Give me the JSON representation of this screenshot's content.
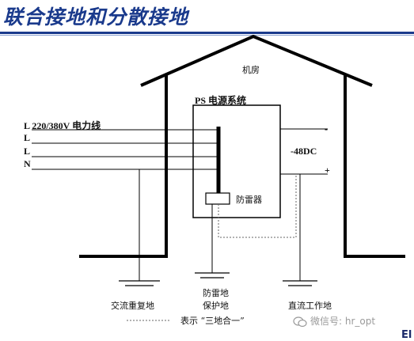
{
  "title": "联合接地和分散接地",
  "labels": {
    "machine_room": "机房",
    "ps_power_system": "PS 电源系统",
    "line_l_220": "L 220/380V 电力线",
    "line_l2": "L",
    "line_l3": "L",
    "line_n": "N",
    "dc_voltage": "-48DC",
    "minus_sign": "-",
    "plus_sign": "+",
    "surge_protector": "防雷器",
    "ac_ground": "交流重复地",
    "lightning_ground": "防雷地",
    "protection_ground": "保护地",
    "dc_work_ground": "直流工作地",
    "legend_text": "表示 “三地合一”"
  },
  "watermark": {
    "text": "微信号: hr_opt"
  },
  "corner_mark": "El",
  "colors": {
    "title": "#1a3a8c",
    "line": "#000000",
    "thin_line": "#444444",
    "dotted": "#666666",
    "watermark": "#9a9a9a"
  }
}
